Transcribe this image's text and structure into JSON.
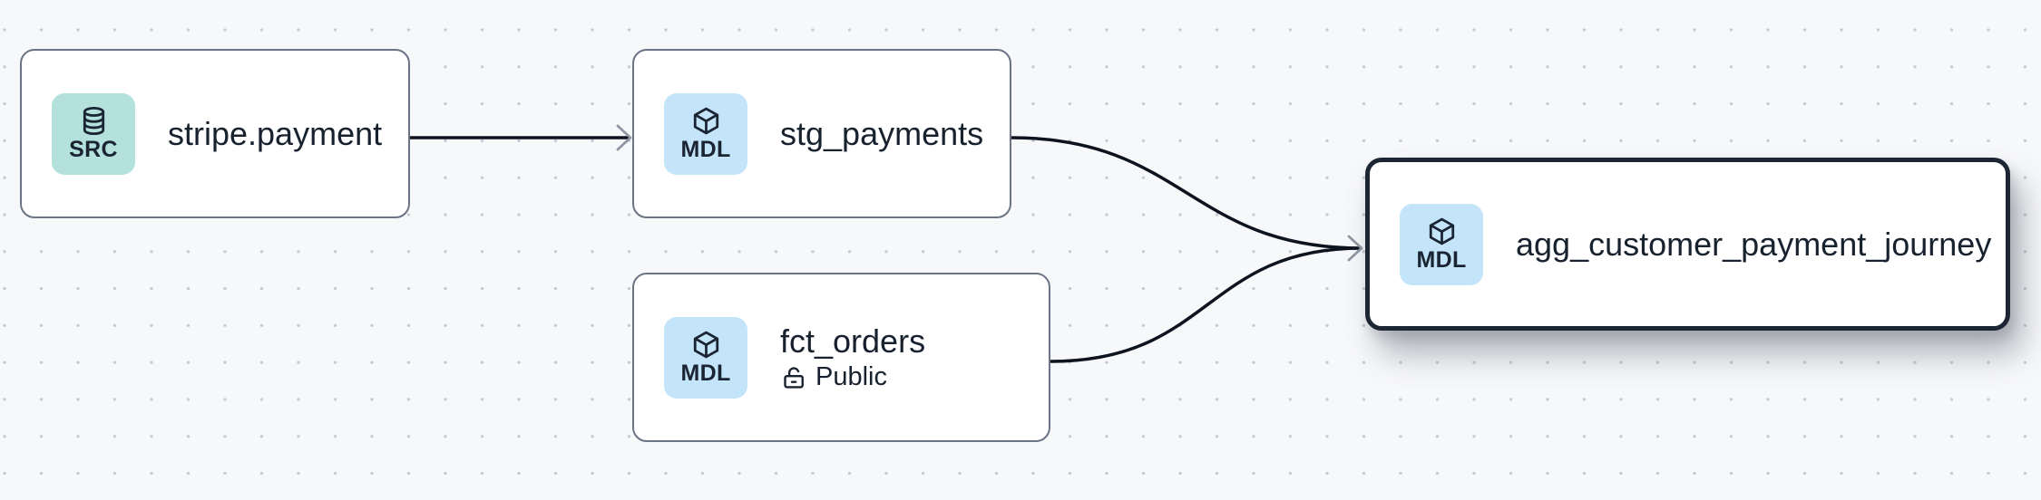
{
  "canvas": {
    "type": "lineage-graph",
    "background_color": "#f7f8fa",
    "dot_grid_color": "#c6c9d1"
  },
  "colors": {
    "node_border": "#6b7484",
    "selected_node_border": "#1c2534",
    "node_background": "#ffffff",
    "text": "#18222f",
    "edge_line": "#0e141f",
    "edge_arrowhead": "#8f97a3",
    "source_badge_background": "#b4e1dc",
    "model_badge_background": "#c4e4f9"
  },
  "nodes": [
    {
      "title": "stripe.payment",
      "badge": {
        "label": "SRC",
        "icon": "database-icon"
      },
      "selected": false
    },
    {
      "title": "stg_payments",
      "badge": {
        "label": "MDL",
        "icon": "cube-icon"
      },
      "selected": false
    },
    {
      "title": "fct_orders",
      "badge": {
        "label": "MDL",
        "icon": "cube-icon"
      },
      "subtitle": {
        "label": "Public",
        "icon": "lock-open-icon"
      },
      "selected": false
    },
    {
      "title": "agg_customer_payment_journey",
      "badge": {
        "label": "MDL",
        "icon": "cube-icon"
      },
      "selected": true
    }
  ],
  "edges": [
    {
      "from": "stripe.payment",
      "to": "stg_payments"
    },
    {
      "from": "stg_payments",
      "to": "agg_customer_payment_journey"
    },
    {
      "from": "fct_orders",
      "to": "agg_customer_payment_journey"
    }
  ]
}
